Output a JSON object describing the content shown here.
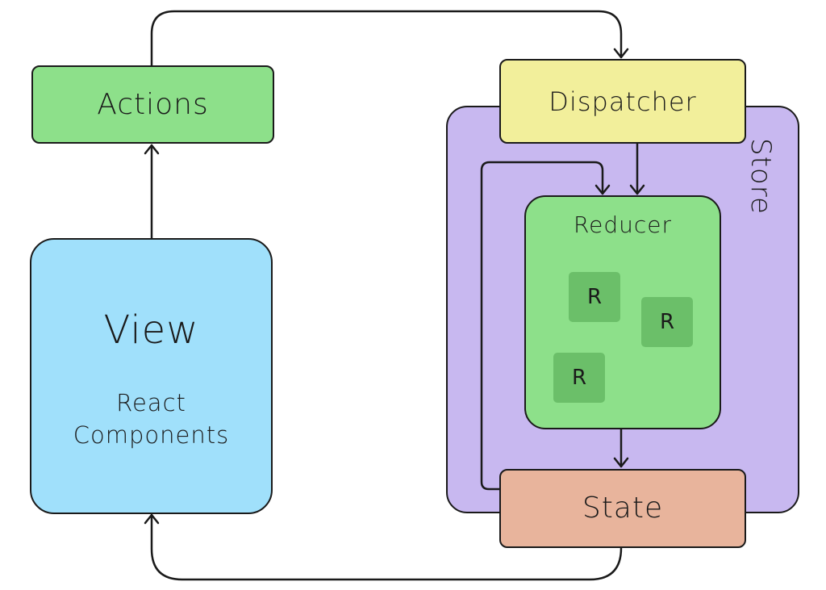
{
  "nodes": {
    "actions": {
      "label": "Actions"
    },
    "view": {
      "title": "View",
      "subtitle_line1": "React",
      "subtitle_line2": "Components"
    },
    "dispatcher": {
      "label": "Dispatcher"
    },
    "store": {
      "label": "Store"
    },
    "reducer": {
      "label": "Reducer",
      "sub_reducers": [
        "R",
        "R",
        "R"
      ]
    },
    "state": {
      "label": "State"
    }
  },
  "edges": [
    {
      "from": "view",
      "to": "actions"
    },
    {
      "from": "actions",
      "to": "dispatcher"
    },
    {
      "from": "dispatcher",
      "to": "reducer"
    },
    {
      "from": "state",
      "to": "reducer"
    },
    {
      "from": "reducer",
      "to": "state"
    },
    {
      "from": "state",
      "to": "view"
    }
  ],
  "colors": {
    "actions": "#8de08a",
    "view": "#a0e0fb",
    "dispatcher": "#f2ef9b",
    "store": "#c8b8f0",
    "reducer": "#8de08a",
    "sub_reducer": "#6bbf69",
    "state": "#e8b49c",
    "stroke": "#1a1a1a"
  }
}
